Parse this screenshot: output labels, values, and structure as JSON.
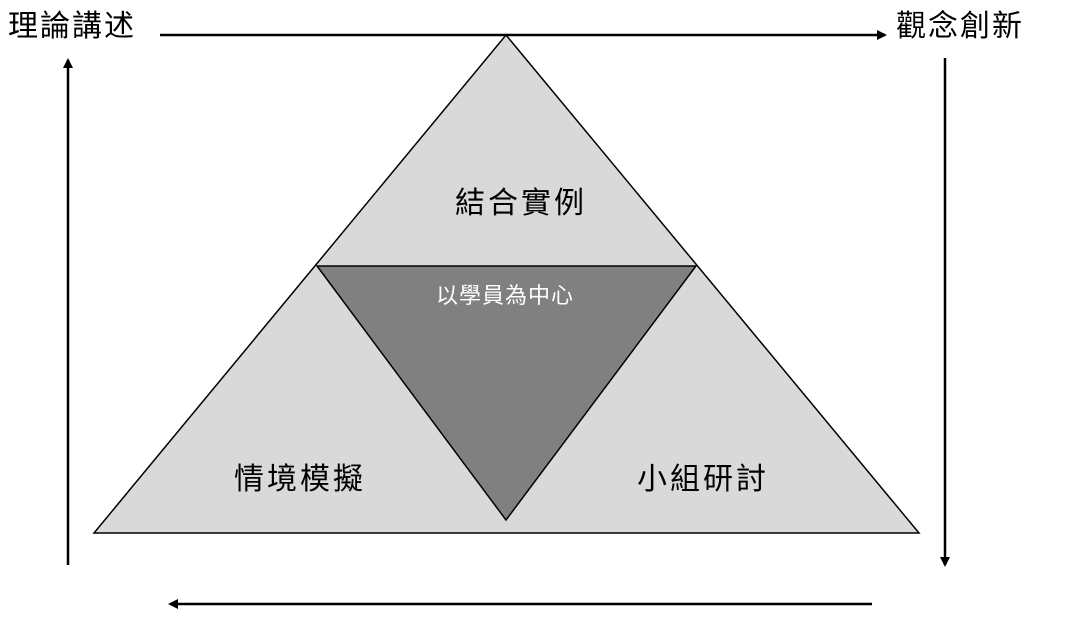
{
  "corners": {
    "top_left": "理論講述",
    "top_right": "觀念創新"
  },
  "sections": {
    "top": "結合實例",
    "center": "以學員為中心",
    "bottom_left": "情境模擬",
    "bottom_right": "小組研討"
  },
  "colors": {
    "outer_fill": "#d9d9d9",
    "center_fill": "#808080",
    "stroke": "#000000",
    "center_text": "#ffffff"
  }
}
